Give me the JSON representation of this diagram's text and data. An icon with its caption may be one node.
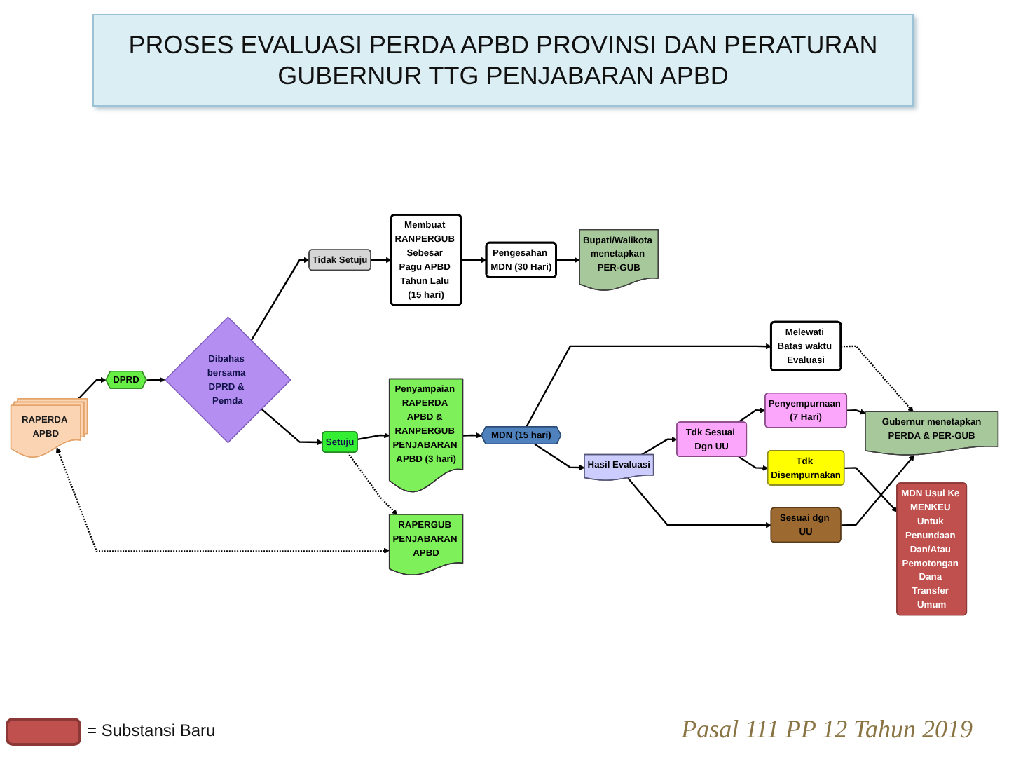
{
  "diagram": {
    "title": "PROSES EVALUASI PERDA APBD PROVINSI DAN PERATURAN GUBERNUR TTG PENJABARAN APBD",
    "caption": "Pasal 111 PP 12 Tahun 2019",
    "nodes": [
      {
        "text": [
          "RAPERDA APBD"
        ]
      },
      {
        "text": [
          "Tidak Setuju"
        ]
      },
      {
        "text": [
          "Membuat RANPERGUB Sebesar Pagu APBD Tahun Lalu (15 hari)"
        ]
      },
      {
        "text": [
          "Pengesahan MDN (30 Hari)"
        ]
      },
      {
        "text": [
          "Bupati/Walikota menetapkan PER-GUB"
        ]
      },
      {
        "text": [
          "DPRD"
        ]
      },
      {
        "text": [
          "Dibahas bersama DPRD & Pemda"
        ]
      },
      {
        "text": [
          "Penyempurnaan (7 Hari)"
        ]
      },
      {
        "text": [
          "Gubernur menetapkan PERDA & PER-GUB"
        ]
      },
      {
        "text": [
          "Setuju"
        ]
      },
      {
        "text": [
          "Melewati Batas waktu Evaluasi"
        ]
      },
      {
        "text": [
          "Tdk Sesuai Dgn UU"
        ]
      },
      {
        "text": [
          "Tdk Disempurnakan"
        ]
      },
      {
        "text": [
          "RAPERGUB PENJABARAN APBD"
        ]
      },
      {
        "text": [
          "Penyampaian RAPERDA APBD & RANPERGUB PENJABARAN APBD (3 hari)"
        ]
      },
      {
        "text": [
          "MDN (15 hari)"
        ]
      },
      {
        "text": [
          "Hasil Evaluasi"
        ]
      },
      {
        "text": [
          "MDN Usul Ke MENKEU Untuk Penundaan Dan/Atau Pemotongan Dana Transfer Umum"
        ]
      },
      {
        "text": [
          "Sesuai dgn UU"
        ]
      }
    ],
    "edges": [
      {
        "from": 0,
        "to": 5,
        "arrow": "to"
      },
      {
        "from": 5,
        "to": 6,
        "arrow": "to"
      },
      {
        "from": 6,
        "to": 1,
        "arrow": "to"
      },
      {
        "from": 6,
        "to": 9,
        "arrow": "to"
      },
      {
        "from": 1,
        "to": 2,
        "arrow": "to"
      },
      {
        "from": 2,
        "to": 3,
        "arrow": "to"
      },
      {
        "from": 3,
        "to": 4,
        "arrow": "to"
      },
      {
        "from": 9,
        "to": 14,
        "arrow": "to"
      },
      {
        "from": 9,
        "to": 13,
        "arrow": "to",
        "style": "dashed"
      },
      {
        "from": 13,
        "to": 0,
        "arrow": "both",
        "style": "dashed"
      },
      {
        "from": 14,
        "to": 15,
        "arrow": "to"
      },
      {
        "from": 15,
        "to": 10,
        "arrow": "to"
      },
      {
        "from": 15,
        "to": 16,
        "arrow": "to"
      },
      {
        "from": 10,
        "to": 8,
        "arrow": "to",
        "style": "dashed"
      },
      {
        "from": 16,
        "to": 11,
        "arrow": "to"
      },
      {
        "from": 16,
        "to": 18,
        "arrow": "to"
      },
      {
        "from": 11,
        "to": 7,
        "arrow": "to"
      },
      {
        "from": 11,
        "to": 12,
        "arrow": "to"
      },
      {
        "from": 7,
        "to": 8,
        "arrow": "to"
      },
      {
        "from": 12,
        "to": 17,
        "arrow": "to"
      },
      {
        "from": 18,
        "to": 8,
        "arrow": "to"
      }
    ],
    "legend": [
      {
        "text": "= Substansi Baru",
        "color": "#c0504d"
      }
    ]
  }
}
